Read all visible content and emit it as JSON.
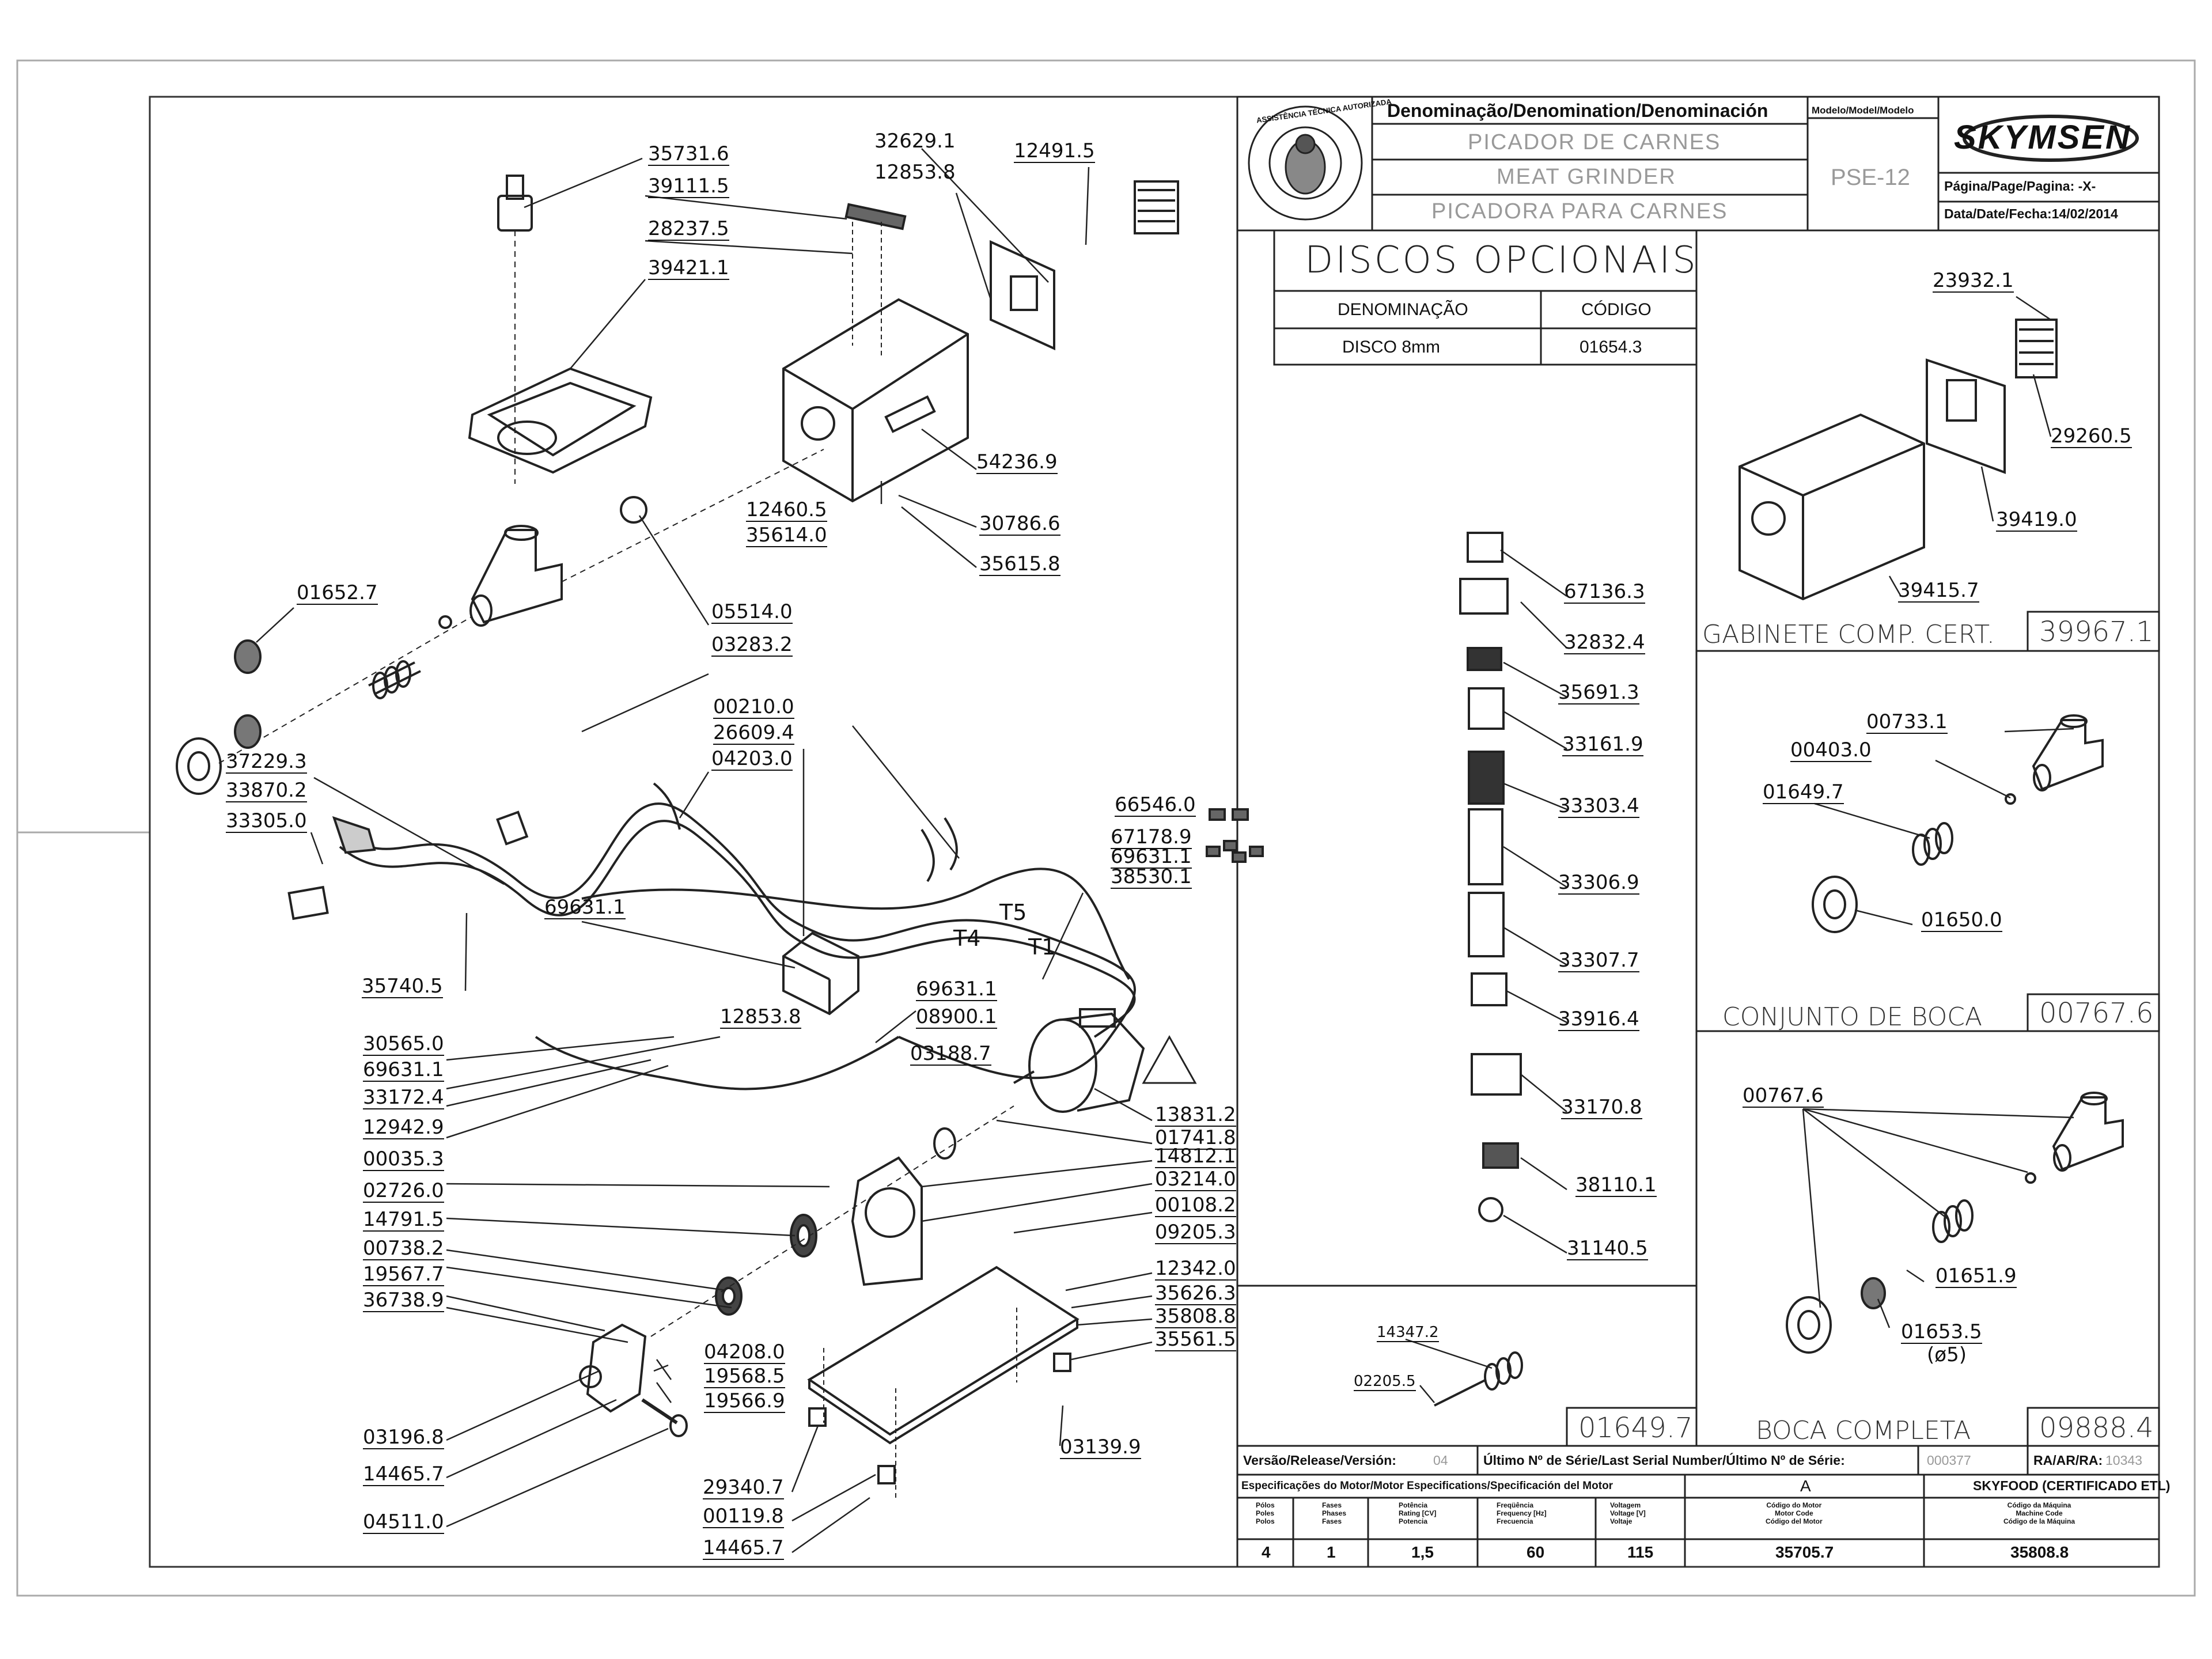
{
  "title_block": {
    "denomination_header": "Denominação/Denomination/Denominación",
    "model_header": "Modelo/Model/Modelo",
    "names": [
      "PICADOR DE CARNES",
      "MEAT GRINDER",
      "PICADORA  PARA CARNES"
    ],
    "model": "PSE-12",
    "brand": "SKYMSEN",
    "page_label": "Página/Page/Pagina: -X-",
    "date_label": "Data/Date/Fecha:14/02/2014",
    "seal_text": "ASSISTÊNCIA TÉCNICA AUTORIZADA"
  },
  "optional_discs": {
    "title": "DISCOS  OPCIONAIS",
    "col_name": "DENOMINAÇÃO",
    "col_code": "CÓDIGO",
    "rows": [
      {
        "name": "DISCO  8mm",
        "code": "01654.3"
      }
    ]
  },
  "sections": {
    "cabinet": {
      "title": "GABINETE  COMP.  CERT.",
      "code": "39967.1"
    },
    "mouth_set": {
      "title": "CONJUNTO  DE  BOCA",
      "code": "00767.6"
    },
    "complete_mouth": {
      "title": "BOCA  COMPLETA",
      "code": "09888.4"
    },
    "worm_set": {
      "code": "01649.7"
    }
  },
  "release_row": {
    "version_label": "Versão/Release/Versión:",
    "version": "04",
    "serial_label": "Último Nº de Série/Last Serial Number/Último Nº de Série:",
    "serial": "000377",
    "ra_label": "RA/AR/RA:",
    "ra": "10343"
  },
  "motor_specs": {
    "header": "Especificações do Motor/Motor Especifications/Specificación del Motor",
    "version_letter": "A",
    "machine_type": "SKYFOOD (CERTIFICADO ETL)",
    "columns": [
      {
        "label": "Pólos\nPoles\nPolos",
        "value": "4"
      },
      {
        "label": "Fases\nPhases\nFases",
        "value": "1"
      },
      {
        "label": "Potência\nRating [CV]\nPotencia",
        "value": "1,5"
      },
      {
        "label": "Freqüência\nFrequency [Hz]\nFrecuencia",
        "value": "60"
      },
      {
        "label": "Voltagem\nVoltage [V]\nVoltaje",
        "value": "115"
      },
      {
        "label": "Código do Motor\nMotor Code\nCódigo del Motor",
        "value": "35705.7"
      },
      {
        "label": "Código da Máquina\nMachine Code\nCódigo de la Máquina",
        "value": "35808.8"
      }
    ]
  },
  "wire_labels": {
    "t5": "T5",
    "t4": "T4",
    "t1": "T1"
  },
  "parts": [
    "35731.6",
    "39111.5",
    "28237.5",
    "39421.1",
    "32629.1",
    "12853.8",
    "12491.5",
    "54236.9",
    "12460.5",
    "35614.0",
    "30786.6",
    "35615.8",
    "01652.7",
    "05514.0",
    "03283.2",
    "00210.0",
    "26609.4",
    "04203.0",
    "37229.3",
    "33870.2",
    "33305.0",
    "66546.0",
    "67178.9",
    "69631.1",
    "38530.1",
    "69631.1",
    "35740.5",
    "69631.1",
    "08900.1",
    "30565.0",
    "69631.1",
    "12853.8",
    "33172.4",
    "03188.7",
    "12942.9",
    "13831.2",
    "01741.8",
    "00035.3",
    "14812.1",
    "02726.0",
    "03214.0",
    "00108.2",
    "14791.5",
    "09205.3",
    "00738.2",
    "12342.0",
    "19567.7",
    "35626.3",
    "36738.9",
    "35808.8",
    "04208.0",
    "35561.5",
    "19568.5",
    "19566.9",
    "03196.8",
    "14465.7",
    "03139.9",
    "29340.7",
    "04511.0",
    "00119.8",
    "14465.7",
    "14347.2",
    "02205.5",
    "67136.3",
    "32832.4",
    "35691.3",
    "33161.9",
    "33303.4",
    "33306.9",
    "33307.7",
    "33916.4",
    "33170.8",
    "38110.1",
    "31140.5",
    "23932.1",
    "29260.5",
    "39419.0",
    "39415.7",
    "00733.1",
    "00403.0",
    "01649.7",
    "01650.0",
    "00767.6",
    "01651.9",
    "01653.5",
    "(ø5)"
  ]
}
